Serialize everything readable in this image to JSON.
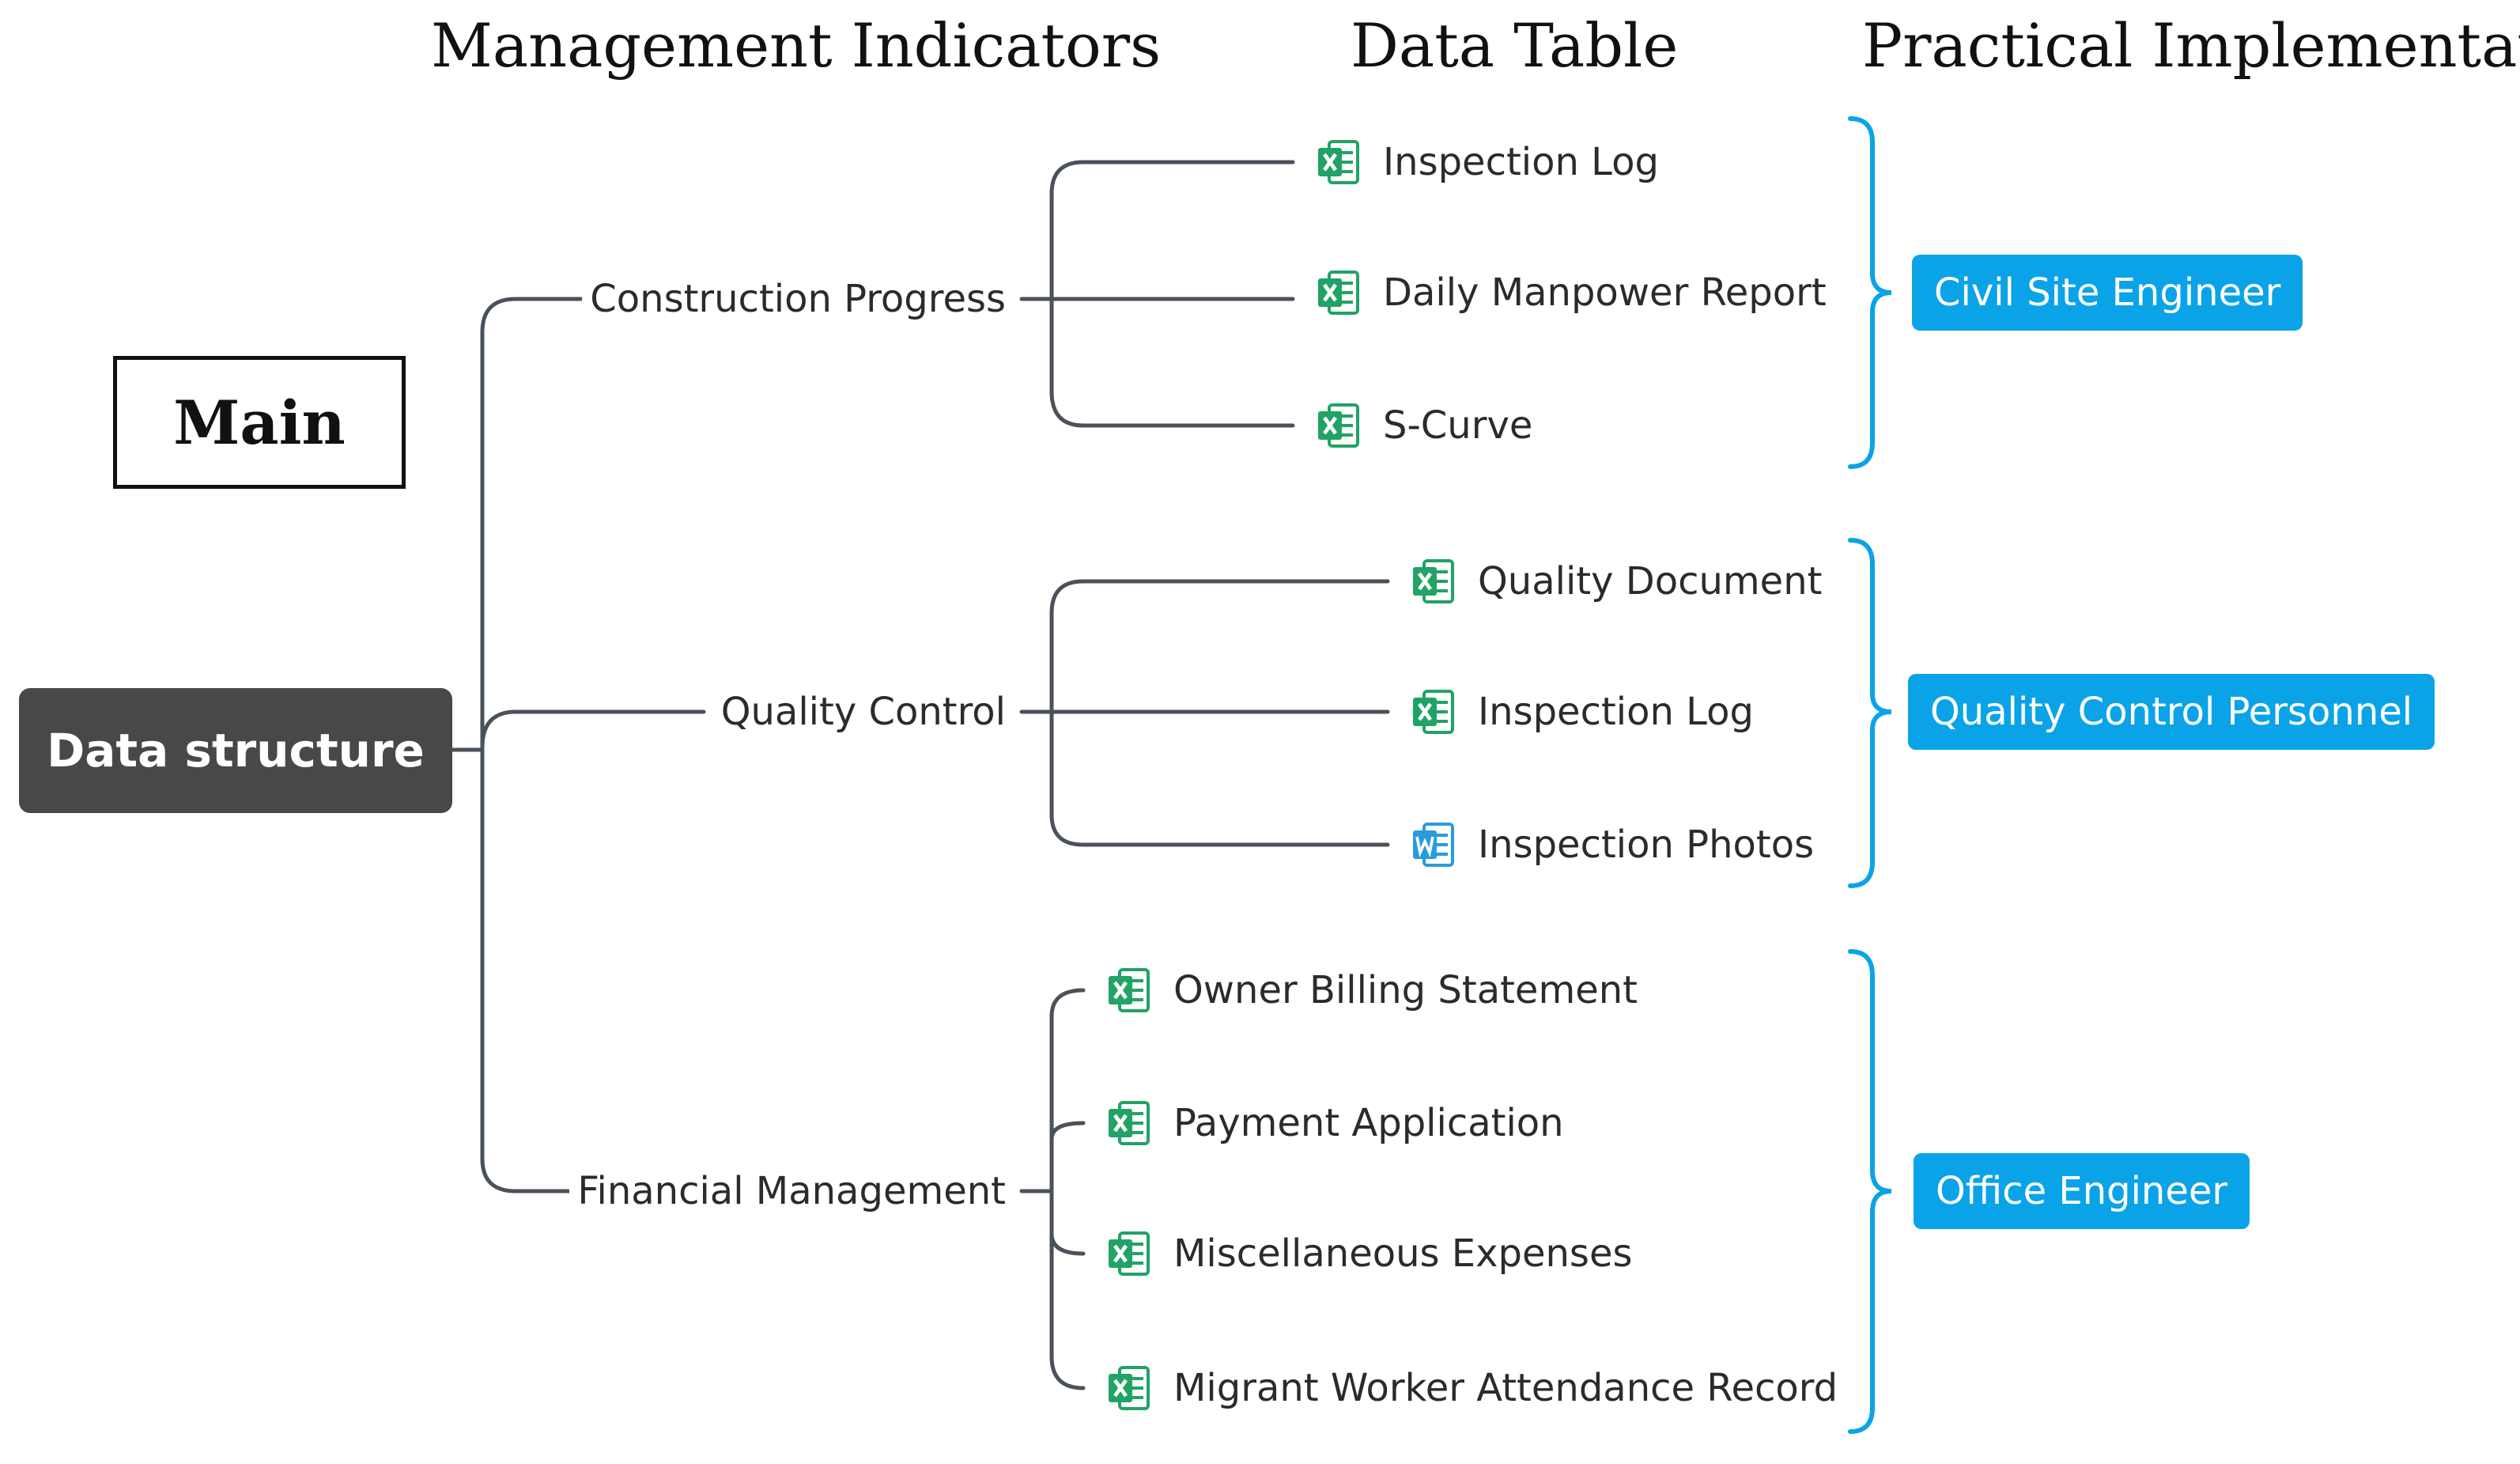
{
  "headers": {
    "management_indicators": "Management Indicators",
    "data_table": "Data Table",
    "practical_implementation": "Practical Implementation"
  },
  "main_label": "Main",
  "root": "Data structure",
  "indicators": [
    {
      "label": "Construction Progress",
      "role": "Civil Site Engineer",
      "tables": [
        {
          "label": "Inspection Log",
          "icon": "excel-icon"
        },
        {
          "label": "Daily Manpower Report",
          "icon": "excel-icon"
        },
        {
          "label": "S-Curve",
          "icon": "excel-icon"
        }
      ]
    },
    {
      "label": "Quality Control",
      "role": "Quality Control Personnel",
      "tables": [
        {
          "label": "Quality Document",
          "icon": "excel-icon"
        },
        {
          "label": "Inspection Log",
          "icon": "excel-icon"
        },
        {
          "label": "Inspection Photos",
          "icon": "word-icon"
        }
      ]
    },
    {
      "label": "Financial Management",
      "role": "Office Engineer",
      "tables": [
        {
          "label": "Owner Billing Statement",
          "icon": "excel-icon"
        },
        {
          "label": "Payment Application",
          "icon": "excel-icon"
        },
        {
          "label": "Miscellaneous Expenses",
          "icon": "excel-icon"
        },
        {
          "label": "Migrant Worker Attendance Record",
          "icon": "excel-icon"
        }
      ]
    }
  ],
  "colors": {
    "connector": "#4a5158",
    "bracket": "#0ba3e8",
    "role_fill": "#0ba3e8",
    "root_fill": "#484848",
    "excel_green": "#21a366",
    "word_blue": "#2b9be0"
  }
}
